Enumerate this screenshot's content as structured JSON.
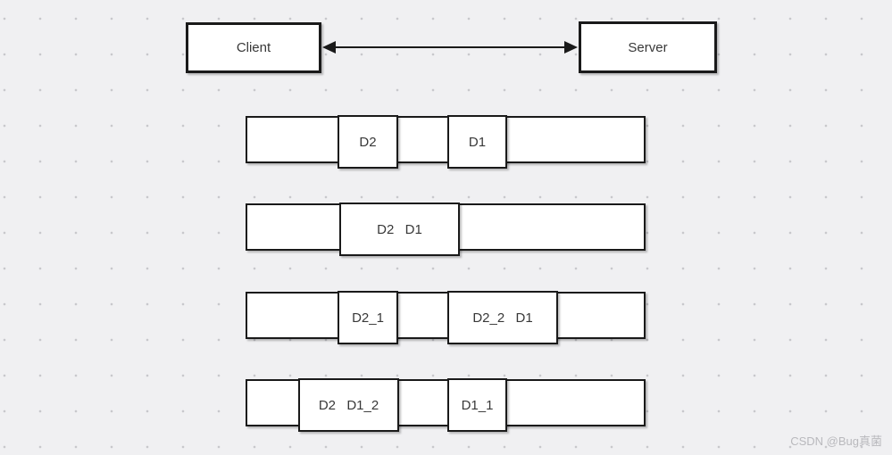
{
  "colors": {
    "canvas_bg": "#f0f0f2",
    "dot": "#c7c7cb",
    "stroke": "#1a1a1a",
    "text": "#383838",
    "watermark": "#b9b9bd"
  },
  "nodes": {
    "client": {
      "label": "Client"
    },
    "server": {
      "label": "Server"
    }
  },
  "connector": {
    "type": "double-headed-arrow",
    "from": "Client",
    "to": "Server"
  },
  "rows": [
    {
      "name": "scenario-1-separate-packets",
      "boxes": [
        {
          "label": "D2"
        },
        {
          "label": "D1"
        }
      ]
    },
    {
      "name": "scenario-2-merged-packet",
      "boxes": [
        {
          "label": "D2  D1"
        }
      ]
    },
    {
      "name": "scenario-3-d2-split",
      "boxes": [
        {
          "label": "D2_1"
        },
        {
          "label": "D2_2  D1"
        }
      ]
    },
    {
      "name": "scenario-4-d1-split",
      "boxes": [
        {
          "label": "D2  D1_2"
        },
        {
          "label": "D1_1"
        }
      ]
    }
  ],
  "watermark": {
    "text": "CSDN @Bug真菌"
  }
}
